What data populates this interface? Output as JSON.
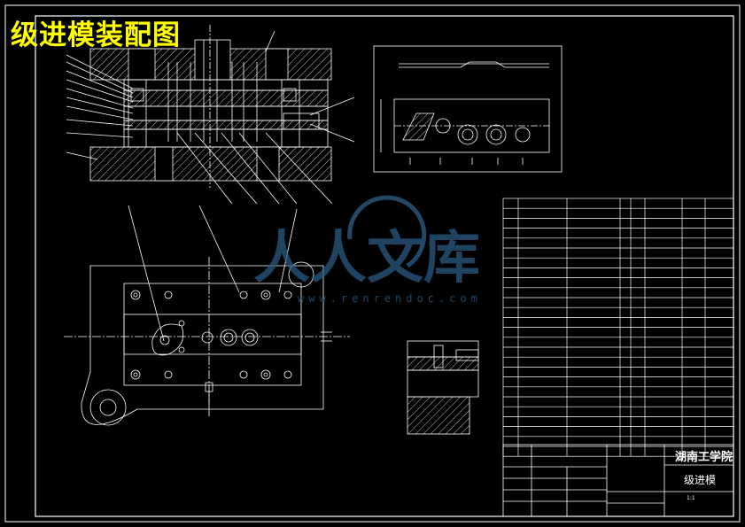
{
  "title": "级进模装配图",
  "watermark": {
    "text": "人人文库",
    "url": "www.renrendoc.com"
  },
  "title_block": {
    "school": "湖南工学院",
    "drawing_name": "级进模",
    "scale": "1:1"
  },
  "bom_rows": 25,
  "colors": {
    "background": "#000000",
    "line": "#ffffff",
    "title": "#ffff00",
    "watermark": "#2a5a80",
    "leader": "#ffffff"
  }
}
